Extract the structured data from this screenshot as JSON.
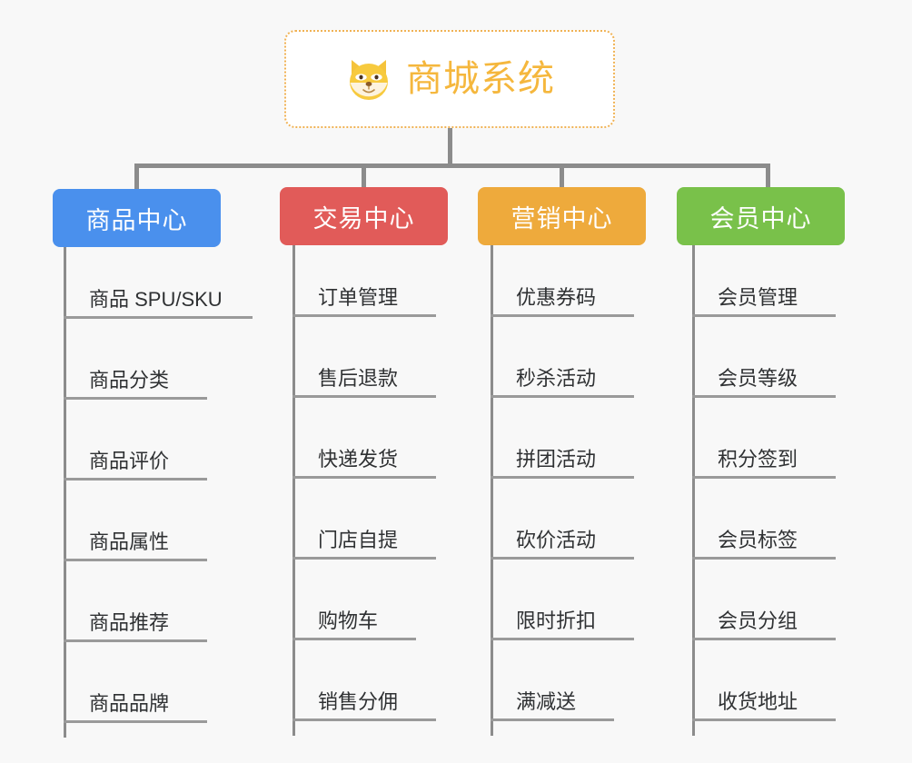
{
  "page": {
    "background_color": "#f8f8f8",
    "diagram_type": "org-tree",
    "connector_color": "#8c8c8c"
  },
  "root": {
    "title": "商城系统",
    "icon": "shiba-dog-face-icon",
    "text_color": "#f5b73d",
    "border_color": "#f0b254",
    "background_color": "#ffffff"
  },
  "columns": [
    {
      "header": "商品中心",
      "color": "#4a90ed",
      "items": [
        "商品 SPU/SKU",
        "商品分类",
        "商品评价",
        "商品属性",
        "商品推荐",
        "商品品牌"
      ]
    },
    {
      "header": "交易中心",
      "color": "#e15b59",
      "items": [
        "订单管理",
        "售后退款",
        "快递发货",
        "门店自提",
        "购物车",
        "销售分佣"
      ]
    },
    {
      "header": "营销中心",
      "color": "#eeaa3c",
      "items": [
        "优惠券码",
        "秒杀活动",
        "拼团活动",
        "砍价活动",
        "限时折扣",
        "满减送"
      ]
    },
    {
      "header": "会员中心",
      "color": "#79c14a",
      "items": [
        "会员管理",
        "会员等级",
        "积分签到",
        "会员标签",
        "会员分组",
        "收货地址"
      ]
    }
  ]
}
